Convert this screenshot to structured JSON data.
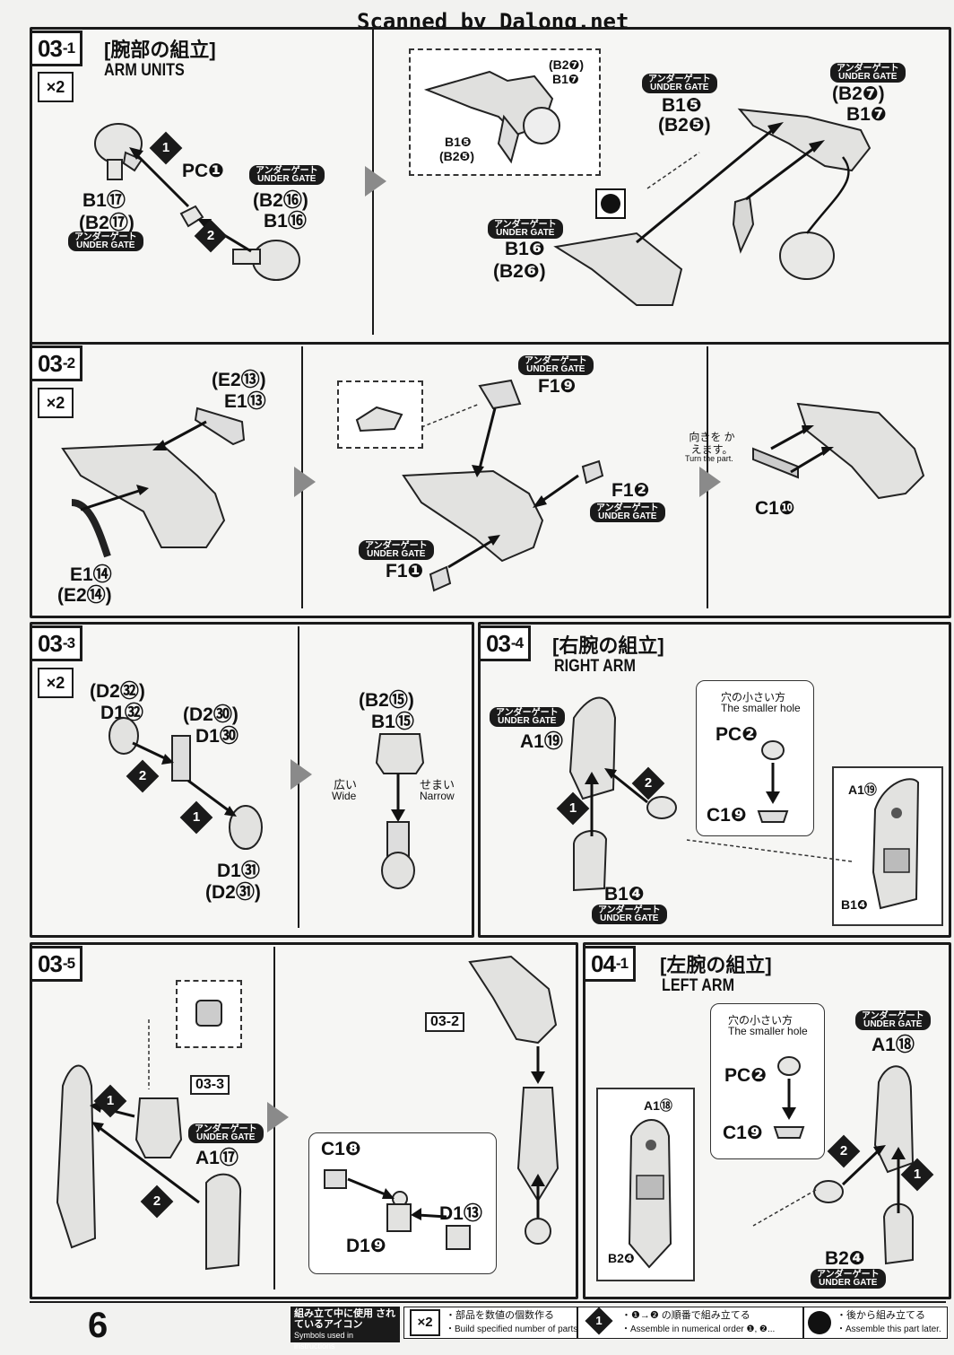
{
  "header": {
    "scan_credit": "Scanned by Dalong.net"
  },
  "steps": {
    "s031": {
      "num": "03",
      "sub": "-1",
      "jp": "[腕部の組立]",
      "en": "ARM UNITS",
      "mult": "×2",
      "labels": {
        "b1_17": "B1⑰",
        "b2_17": "(B2⑰)",
        "pc1": "PC❶",
        "b2_16": "(B2⑯)",
        "b1_16": "B1⑯",
        "b2_7a": "(B2❼)",
        "b1_7a": "B1❼",
        "b1_5a": "B1❺",
        "b2_5a": "(B2❺)",
        "b1_5b": "B1❺",
        "b2_5b": "(B2❺)",
        "b2_7b": "(B2❼)",
        "b1_7b": "B1❼",
        "b1_6": "B1❻",
        "b2_6": "(B2❻)"
      }
    },
    "s032": {
      "num": "03",
      "sub": "-2",
      "mult": "×2",
      "labels": {
        "e2_13": "(E2⑬)",
        "e1_13": "E1⑬",
        "e1_14": "E1⑭",
        "e2_14": "(E2⑭)",
        "f19": "F1❾",
        "f12": "F1❷",
        "f11": "F1❶",
        "c110": "C1❿"
      },
      "turn_jp": "向きを かえます。",
      "turn_en": "Turn the part."
    },
    "s033": {
      "num": "03",
      "sub": "-3",
      "mult": "×2",
      "labels": {
        "d2_32": "(D2㉜)",
        "d1_32": "D1㉜",
        "d2_30": "(D2㉚)",
        "d1_30": "D1㉚",
        "d1_31": "D1㉛",
        "d2_31": "(D2㉛)",
        "b2_15": "(B2⑮)",
        "b1_15": "B1⑮"
      },
      "wide_jp": "広い",
      "wide_en": "Wide",
      "narrow_jp": "せまい",
      "narrow_en": "Narrow"
    },
    "s034": {
      "num": "03",
      "sub": "-4",
      "jp": "[右腕の組立]",
      "en": "RIGHT ARM",
      "labels": {
        "a119": "A1⑲",
        "b14": "B1❹",
        "pc2": "PC❷",
        "c19": "C1❾",
        "a119s": "A1⑲",
        "b14s": "B1❹"
      },
      "hole_jp": "穴の小さい方",
      "hole_en": "The smaller hole"
    },
    "s035": {
      "num": "03",
      "sub": "-5",
      "labels": {
        "ref033": "03-3",
        "ref032": "03-2",
        "a117": "A1⑰",
        "c18": "C1❽",
        "d113": "D1⑬",
        "d19": "D1❾"
      }
    },
    "s041": {
      "num": "04",
      "sub": "-1",
      "jp": "[左腕の組立]",
      "en": "LEFT ARM",
      "labels": {
        "a118": "A1⑱",
        "a118s": "A1⑱",
        "pc2": "PC❷",
        "c19": "C1❾",
        "b24": "B2❹",
        "b24s": "B2❹"
      },
      "hole_jp": "穴の小さい方",
      "hole_en": "The smaller hole"
    }
  },
  "under_gate": {
    "jp": "アンダーゲート",
    "en": "UNDER GATE"
  },
  "steps_num": {
    "one": "1",
    "two": "2"
  },
  "footer": {
    "page": "6",
    "legend_head_jp": "組み立て中に使用 されているアイコン",
    "legend_head_en": "Symbols used in instructions",
    "x2": "×2",
    "x2_jp": "・部品を数値の個数作る",
    "x2_en": "・Build specified number of parts.",
    "order_jp": "・❶→❷ の順番で組み立てる",
    "order_en": "・Assemble in numerical order ❶, ❷...",
    "later_jp": "・後から組み立てる",
    "later_en": "・Assemble this part later."
  }
}
